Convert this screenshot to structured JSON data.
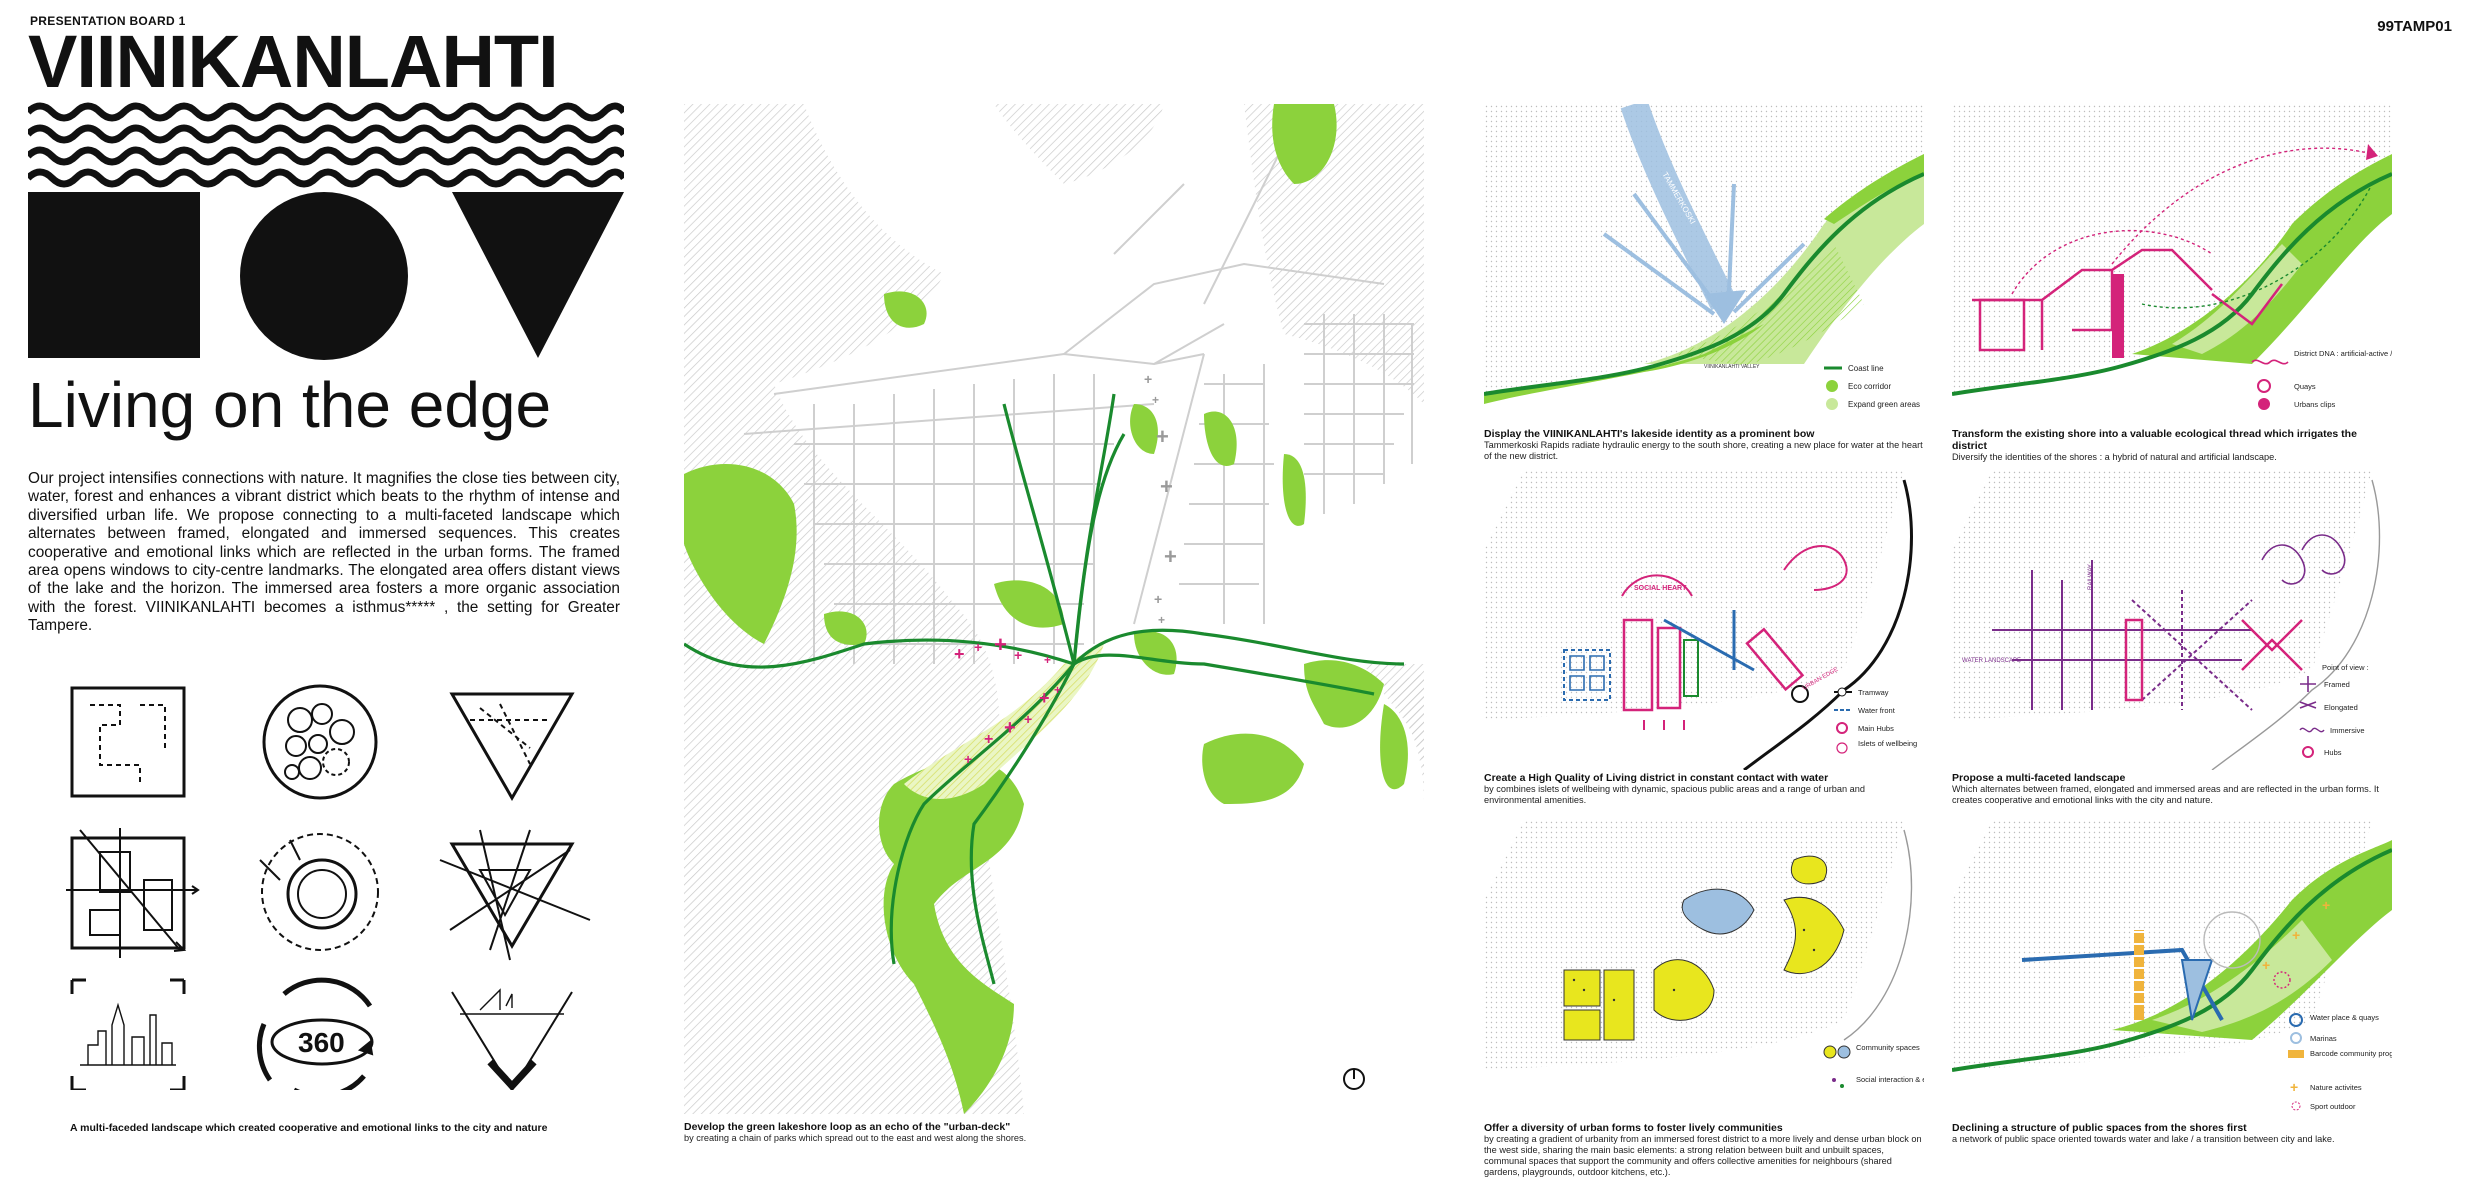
{
  "header": {
    "board_label": "PRESENTATION BOARD 1",
    "board_code": "99TAMP01",
    "title": "VIINIKANLAHTI",
    "tagline": "Living on the edge",
    "intro": "Our project intensifies connections with nature. It magnifies the close ties between city, water, forest and enhances a vibrant district which beats to the rhythm of intense and diversified urban life. We propose connecting to a multi-faceted landscape which alternates between framed, elongated and immersed sequences. This creates cooperative and emotional links which are reflected in the urban forms. The framed area opens windows to city-centre landmarks. The elongated area offers distant views of the lake and the horizon. The immersed area fosters a more organic association with the forest. VIINIKANLAHTI becomes a isthmus***** , the setting for Greater Tampere."
  },
  "icons_caption": "A multi-faceded landscape which created cooperative and emotional links to the city and nature",
  "icon_360_label": "360",
  "map": {
    "caption_title": "Develop the green lakeshore loop as an echo of the \"urban-deck\"",
    "caption_text": "by creating a chain of parks which spread out to the east and west along the shores."
  },
  "panels": {
    "p1": {
      "title": "Display the VIINIKANLAHTI's lakeside identity as a prominent bow",
      "text": "Tammerkoski Rapids radiate hydraulic energy to the south shore, creating a new place for water at the heart of the new district.",
      "arrow_label": "TAMMERKOSKI",
      "shore_label": "VIINIKANLAHTI VALLEY",
      "legend": [
        "Coast line",
        "Eco corridor",
        "Expand green areas"
      ]
    },
    "p2": {
      "title": "Transform the existing shore into a valuable ecological thread which irrigates the district",
      "text": "Diversify the identities of the shores : a hybrid of natural and artificial landscape.",
      "legend": [
        "District DNA : artificial-active / natural-extensive",
        "Quays",
        "Urbans clips"
      ]
    },
    "p3": {
      "title": "Create a High Quality of Living district in constant contact with water",
      "text": "by combines islets of wellbeing with dynamic, spacious public areas and a range of urban and environmental amenities.",
      "map_label_1": "SOCIAL HEART",
      "map_label_2": "URBAN EDGE",
      "legend": [
        "Tramway",
        "Water front",
        "Main Hubs",
        "Islets of wellbeing"
      ]
    },
    "p4": {
      "title": "Propose a multi-faceted landscape",
      "text": "Which alternates between framed, elongated and immersed areas and are reflected in the urban forms. It creates cooperative and emotional links with the city and nature.",
      "map_label_1": "WATER LANDSCAPE",
      "map_label_2": "RAILWAY",
      "legend_title": "Point of view :",
      "legend": [
        "Framed",
        "Elongated",
        "Immersive",
        "Hubs"
      ]
    },
    "p5": {
      "title": "Offer a diversity of urban forms to foster lively communities",
      "text": "by creating a gradient of urbanity from an immersed forest district to a more lively and dense urban block on the west side, sharing the main basic elements: a strong relation between built and unbuilt spaces, communal spaces that support the community and offers collective amenities for neighbours (shared gardens, playgrounds, outdoor kitchens, etc.).",
      "legend": [
        "Community spaces",
        "Social interaction & ecological value"
      ]
    },
    "p6": {
      "title": "Declining a structure of public spaces from the shores first",
      "text": "a network of public space oriented towards water and lake / a transition between city and lake.",
      "legend": [
        "Water place & quays",
        "Marinas",
        "Barcode community programs",
        "Nature activites",
        "Sport outdoor"
      ]
    }
  },
  "colors": {
    "green": "#8cd23c",
    "light_green": "#c8e89a",
    "dark_green": "#1a8a2e",
    "magenta": "#d4237a",
    "blue": "#2a6bb0",
    "light_blue": "#9dbfe0",
    "yellow": "#e8e61e",
    "orange": "#f0b43c"
  }
}
